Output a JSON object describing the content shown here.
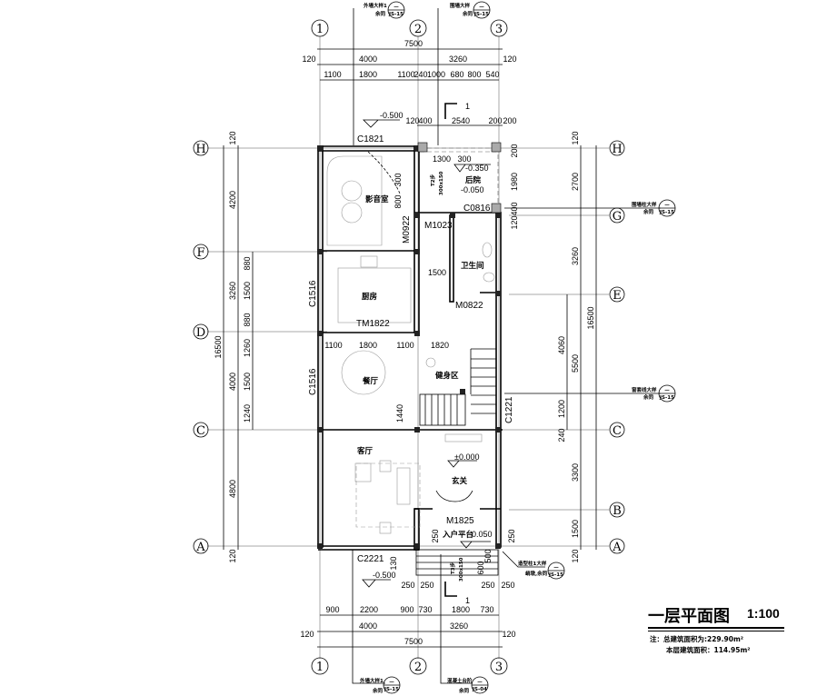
{
  "drawing": {
    "title": "一层平面图",
    "scale": "1:100",
    "note_total_area": "注：总建筑面积为:229.90m²",
    "note_floor_area": "本层建筑面积：114.95m²"
  },
  "axes": {
    "columns": [
      "1",
      "2",
      "3"
    ],
    "rows": [
      "H",
      "G",
      "F",
      "E",
      "D",
      "C",
      "B",
      "A"
    ]
  },
  "dims_top": {
    "total": "7500",
    "mid": [
      "120",
      "4000",
      "3260",
      "120"
    ],
    "detail": [
      "1100",
      "1800",
      "1100",
      "240",
      "1000",
      "680",
      "800",
      "540"
    ],
    "yard": [
      "120",
      "400",
      "2540",
      "200",
      "200"
    ]
  },
  "dims_bottom": {
    "total": "7500",
    "mid": [
      "120",
      "4000",
      "3260",
      "120"
    ],
    "detail": [
      "900",
      "2200",
      "900",
      "730",
      "1800",
      "730"
    ],
    "steps": [
      "250",
      "250",
      "250",
      "250"
    ]
  },
  "dims_left": {
    "total": "16500",
    "mid": [
      "120",
      "4200",
      "3260",
      "4000",
      "4800",
      "120"
    ],
    "detail": [
      "880",
      "1500",
      "880",
      "1260",
      "1500",
      "1240"
    ]
  },
  "dims_right": {
    "total": "16500",
    "mid": [
      "120",
      "2700",
      "3260",
      "5500",
      "240",
      "3300",
      "1500",
      "120"
    ],
    "detail": [
      "4060",
      "1200"
    ],
    "yard": [
      "200",
      "1980",
      "400",
      "120"
    ]
  },
  "dims_inner": [
    "1300",
    "300",
    "300",
    "800",
    "1500",
    "1100",
    "1800",
    "1100",
    "1820",
    "1440",
    "250",
    "250",
    "130",
    "600",
    "500"
  ],
  "levels": [
    "-0.500",
    "-0.350",
    "-0.050",
    "±0.000",
    "-0.050",
    "-0.500"
  ],
  "rooms": {
    "theater": "影音室",
    "kitchen": "厨房",
    "bathroom": "卫生间",
    "backyard": "后院",
    "dining": "餐厅",
    "gym": "健身区",
    "living": "客厅",
    "foyer": "玄关",
    "entry_platform": "入户平台"
  },
  "openings": [
    "C1821",
    "M1023",
    "C0816",
    "M0922",
    "C1516",
    "TM1822",
    "M0822",
    "C1516",
    "C1221",
    "M1825",
    "C2221"
  ],
  "steps_notes": [
    "T2步",
    "300x150",
    "T3步",
    "300x150"
  ],
  "section_mark": "1",
  "callouts": [
    {
      "title": "外墙大样1",
      "sub": "余同",
      "num": "—",
      "ref": "JS-15"
    },
    {
      "title": "围墙大样",
      "sub": "余同",
      "num": "—",
      "ref": "JS-15"
    },
    {
      "title": "围墙柱大样",
      "sub": "余同",
      "num": "—",
      "ref": "JS-15"
    },
    {
      "title": "窗套线大样",
      "sub": "余同",
      "num": "—",
      "ref": "JS-15"
    },
    {
      "title": "造型柱1大样",
      "sub": "峭墩,余同",
      "num": "—",
      "ref": "JS-15"
    },
    {
      "title": "外墙大样1",
      "sub": "余同",
      "num": "—",
      "ref": "JS-15"
    },
    {
      "title": "混凝土台阶",
      "sub": "余同",
      "num": "—",
      "ref": "JS-04"
    }
  ]
}
